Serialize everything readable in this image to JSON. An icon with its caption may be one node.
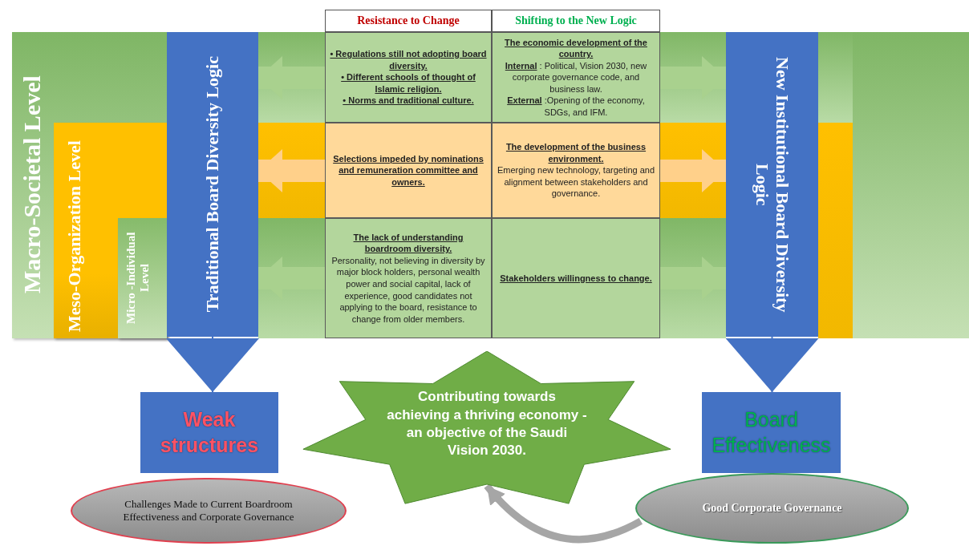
{
  "diagram": {
    "nodes": [
      {
        "text": [
          "Macro-Societal  Level"
        ]
      },
      {
        "text": [
          "Meso-Organization Level"
        ],
        "in": 0
      },
      {
        "text": [
          "Micro -Individual Level"
        ],
        "in": 1
      },
      {
        "text": [
          "Traditional Board Diversity Logic"
        ]
      },
      {
        "text": [
          "New Institutional Board Diversity Logic"
        ]
      },
      {
        "text": [
          "Resistance to Change"
        ]
      },
      {
        "text": [
          "Shifting to the New Logic"
        ]
      },
      {
        "text": [
          "• Regulations still not adopting board diversity.",
          "• Different schools of thought of Islamic religion.",
          "• Norms and traditional  culture."
        ]
      },
      {
        "text": [
          "The economic development of the country.",
          "**Internal** : Political, Vision 2030, new corporate governance code, and business law.",
          "**External** :Opening of the economy, SDGs, and IFM."
        ]
      },
      {
        "text": [
          "Selections impeded by nominations and remuneration committee and owners."
        ]
      },
      {
        "text": [
          "The development of the business environment.",
          "Emerging new technology, targeting and alignment between stakeholders and governance."
        ]
      },
      {
        "text": [
          "The lack of understanding boardroom diversity.",
          "Personality, not believing in diversity by major block holders, personal wealth power and social capital, lack of experience, good candidates not applying to the board, resistance to change from older members."
        ]
      },
      {
        "text": [
          "Stakeholders willingness to change."
        ]
      },
      {
        "text": [
          "Weak structures"
        ]
      },
      {
        "text": [
          "Contributing towards achieving a thriving economy - an objective of the Saudi Vision 2030."
        ]
      },
      {
        "text": [
          "Board Effectiveness"
        ]
      },
      {
        "text": [
          "Challenges Made to Current Boardroom Effectiveness and Corporate Governance"
        ]
      },
      {
        "text": [
          "Good Corporate Governance"
        ]
      }
    ],
    "edges": [
      {
        "from": 3,
        "to": 13,
        "arrow": "to",
        "color": "#4472c4"
      },
      {
        "from": 4,
        "to": 15,
        "arrow": "to",
        "color": "#4472c4"
      },
      {
        "from": 7,
        "to": 3,
        "arrow": "to",
        "color": "#a9d18e"
      },
      {
        "from": 8,
        "to": 4,
        "arrow": "to",
        "color": "#a9d18e"
      },
      {
        "from": 9,
        "to": 3,
        "arrow": "to",
        "color": "#ffd08a"
      },
      {
        "from": 10,
        "to": 4,
        "arrow": "to",
        "color": "#ffd08a"
      },
      {
        "from": 11,
        "to": 3,
        "arrow": "to",
        "color": "#a9d18e"
      },
      {
        "from": 12,
        "to": 4,
        "arrow": "to",
        "color": "#a9d18e"
      },
      {
        "from": 17,
        "to": 14,
        "arrow": "to",
        "color": "#a6a6a6"
      }
    ]
  }
}
